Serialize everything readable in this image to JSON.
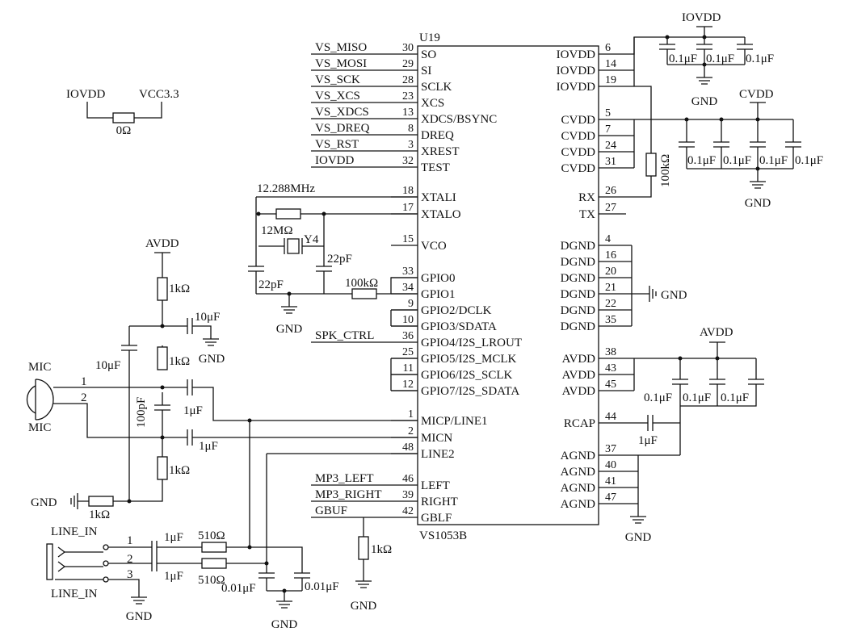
{
  "chip": {
    "ref": "U19",
    "part": "VS1053B",
    "left_pins": [
      {
        "net": "VS_MISO",
        "num": "30",
        "name": "SO"
      },
      {
        "net": "VS_MOSI",
        "num": "29",
        "name": "SI"
      },
      {
        "net": "VS_SCK",
        "num": "28",
        "name": "SCLK"
      },
      {
        "net": "VS_XCS",
        "num": "23",
        "name": "XCS"
      },
      {
        "net": "VS_XDCS",
        "num": "13",
        "name": "XDCS/BSYNC"
      },
      {
        "net": "VS_DREQ",
        "num": "8",
        "name": "DREQ"
      },
      {
        "net": "VS_RST",
        "num": "3",
        "name": "XREST"
      },
      {
        "net": "IOVDD",
        "num": "32",
        "name": "TEST"
      },
      {
        "net": "",
        "num": "18",
        "name": "XTALI"
      },
      {
        "net": "",
        "num": "17",
        "name": "XTALO"
      },
      {
        "net": "",
        "num": "15",
        "name": "VCO"
      },
      {
        "net": "",
        "num": "33",
        "name": "GPIO0"
      },
      {
        "net": "",
        "num": "34",
        "name": "GPIO1"
      },
      {
        "net": "",
        "num": "9",
        "name": "GPIO2/DCLK"
      },
      {
        "net": "",
        "num": "10",
        "name": "GPIO3/SDATA"
      },
      {
        "net": "SPK_CTRL",
        "num": "36",
        "name": "GPIO4/I2S_LROUT"
      },
      {
        "net": "",
        "num": "25",
        "name": "GPIO5/I2S_MCLK"
      },
      {
        "net": "",
        "num": "11",
        "name": "GPIO6/I2S_SCLK"
      },
      {
        "net": "",
        "num": "12",
        "name": "GPIO7/I2S_SDATA"
      },
      {
        "net": "",
        "num": "1",
        "name": "MICP/LINE1"
      },
      {
        "net": "",
        "num": "2",
        "name": "MICN"
      },
      {
        "net": "",
        "num": "48",
        "name": "LINE2"
      },
      {
        "net": "MP3_LEFT",
        "num": "46",
        "name": "LEFT"
      },
      {
        "net": "MP3_RIGHT",
        "num": "39",
        "name": "RIGHT"
      },
      {
        "net": "GBUF",
        "num": "42",
        "name": "GBLF"
      }
    ],
    "right_pins": [
      {
        "num": "6",
        "name": "IOVDD"
      },
      {
        "num": "14",
        "name": "IOVDD"
      },
      {
        "num": "19",
        "name": "IOVDD"
      },
      {
        "num": "5",
        "name": "CVDD"
      },
      {
        "num": "7",
        "name": "CVDD"
      },
      {
        "num": "24",
        "name": "CVDD"
      },
      {
        "num": "31",
        "name": "CVDD"
      },
      {
        "num": "26",
        "name": "RX"
      },
      {
        "num": "27",
        "name": "TX"
      },
      {
        "num": "4",
        "name": "DGND"
      },
      {
        "num": "16",
        "name": "DGND"
      },
      {
        "num": "20",
        "name": "DGND"
      },
      {
        "num": "21",
        "name": "DGND"
      },
      {
        "num": "22",
        "name": "DGND"
      },
      {
        "num": "35",
        "name": "DGND"
      },
      {
        "num": "38",
        "name": "AVDD"
      },
      {
        "num": "43",
        "name": "AVDD"
      },
      {
        "num": "45",
        "name": "AVDD"
      },
      {
        "num": "44",
        "name": "RCAP"
      },
      {
        "num": "37",
        "name": "AGND"
      },
      {
        "num": "40",
        "name": "AGND"
      },
      {
        "num": "41",
        "name": "AGND"
      },
      {
        "num": "47",
        "name": "AGND"
      }
    ]
  },
  "labels": {
    "iovdd": "IOVDD",
    "vcc33": "VCC3.3",
    "cvdd": "CVDD",
    "avdd": "AVDD",
    "gnd": "GND",
    "mic": "MIC",
    "line_in": "LINE_IN",
    "crystal_freq": "12.288MHz",
    "crystal_ref": "Y4"
  },
  "values": {
    "r_0ohm": "0Ω",
    "r_12M": "12MΩ",
    "r_100k": "100kΩ",
    "r_1k": "1kΩ",
    "r_510": "510Ω",
    "c_22p": "22pF",
    "c_100n": "0.1μF",
    "c_10u": "10μF",
    "c_1u": "1μF",
    "c_100p": "100pF",
    "c_10n": "0.01μF"
  },
  "connector_pins": [
    "1",
    "2",
    "3"
  ]
}
